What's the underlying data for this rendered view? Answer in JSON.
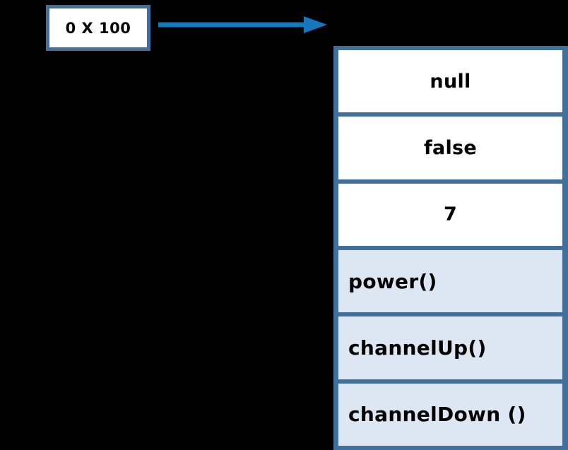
{
  "diagram": {
    "reference": {
      "label": "0 X 100",
      "border_color": "#41709c",
      "fill_color": "#ffffff"
    },
    "arrow": {
      "name": "reference-arrow",
      "color": "#1577bc",
      "direction": "right"
    },
    "object": {
      "border_color": "#41709c",
      "field_fill": "#ffffff",
      "method_fill": "#dde7f4",
      "rows": [
        {
          "text": "null",
          "kind": "field"
        },
        {
          "text": "false",
          "kind": "field"
        },
        {
          "text": "7",
          "kind": "field"
        },
        {
          "text": "power()",
          "kind": "method"
        },
        {
          "text": "channelUp()",
          "kind": "method"
        },
        {
          "text": "channelDown ()",
          "kind": "method"
        }
      ]
    }
  }
}
